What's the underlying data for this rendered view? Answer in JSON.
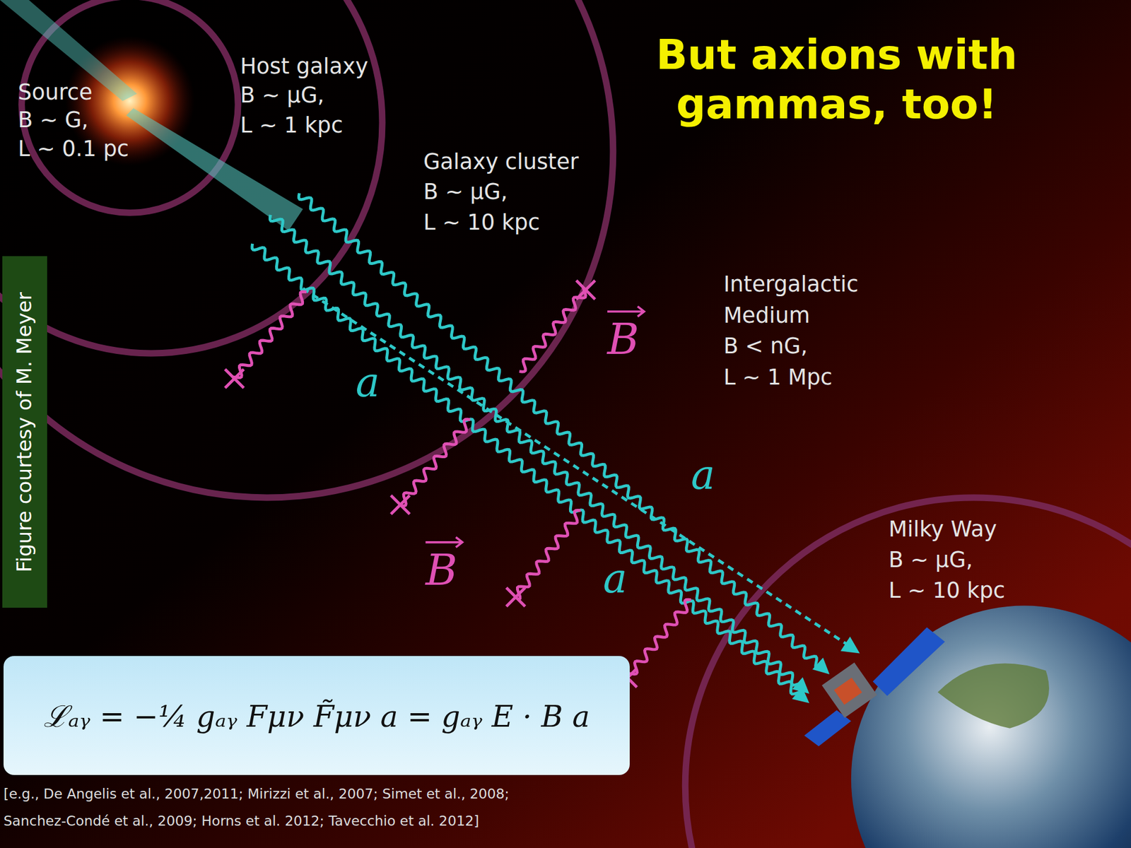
{
  "diagram": {
    "title": "But axions with gammas, too!",
    "nodes": [
      {
        "text": [
          "ℒₐᵧ = −¼ gₐᵧ Fμν F̃μν a = gₐᵧ E · B a"
        ]
      }
    ],
    "labels": [
      "Source",
      "B ~ G,",
      "L ~ 0.1 pc",
      "Host galaxy",
      "B ~ µG,",
      "L ~ 1 kpc",
      "Galaxy cluster",
      "B ~ µG,",
      "L ~ 10 kpc",
      "Intergalactic",
      "Medium",
      "B < nG,",
      "L ~ 1 Mpc",
      "Milky Way",
      "B ~ µG,",
      "L ~ 10 kpc",
      "a",
      "a",
      "a",
      "B",
      "B",
      "Figure courtesy of M. Meyer",
      "[e.g., De Angelis et al., 2007,2011; Mirizzi et al., 2007; Simet et al., 2008;",
      "Sanchez-Condé et al., 2009; Horns et al. 2012; Tavecchio et al. 2012]"
    ]
  }
}
